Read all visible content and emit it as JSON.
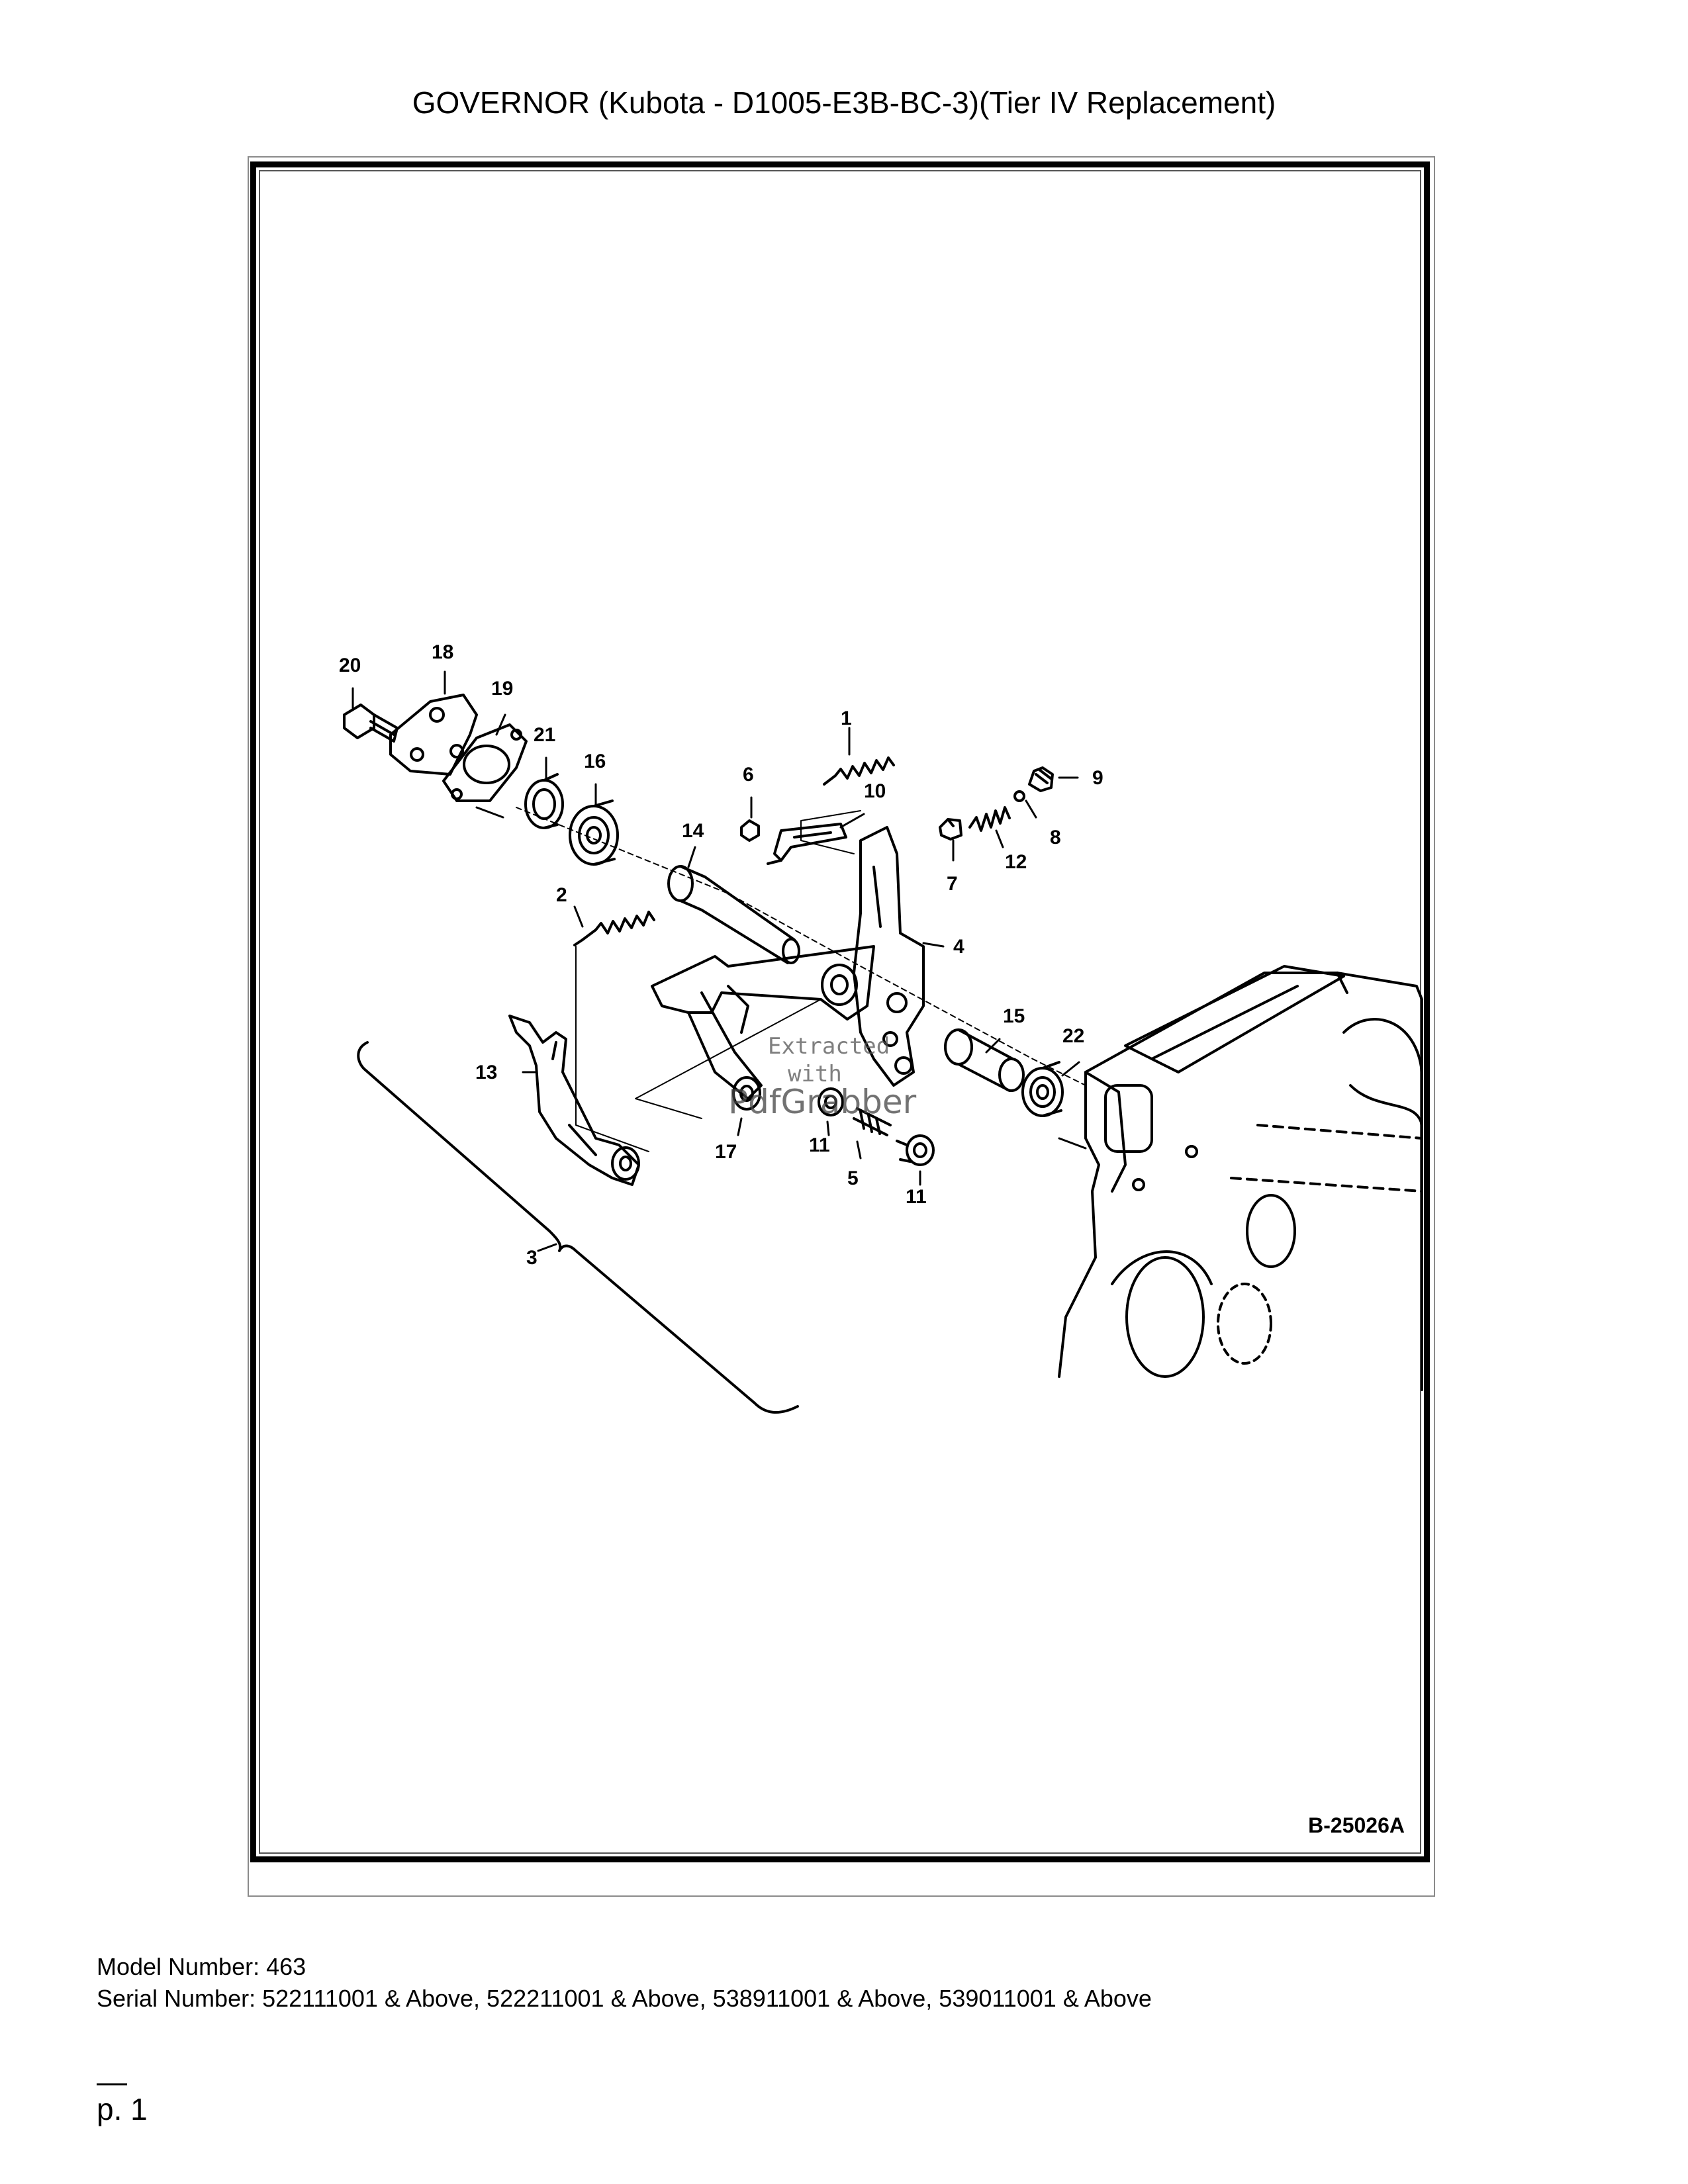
{
  "page": {
    "title": "GOVERNOR (Kubota - D1005-E3B-BC-3)(Tier IV Replacement)",
    "drawing_id": "B-25026A",
    "model_line": "Model Number: 463",
    "serial_line": "Serial Number: 522111001 & Above, 522211001 & Above, 538911001 & Above, 539011001 & Above",
    "page_number": "p. 1"
  },
  "watermark": {
    "line1": "Extracted",
    "line2": "with",
    "brand": "PdfGrabber"
  },
  "callouts": [
    "1",
    "2",
    "3",
    "4",
    "5",
    "6",
    "7",
    "8",
    "9",
    "10",
    "11",
    "11",
    "12",
    "13",
    "14",
    "15",
    "16",
    "17",
    "18",
    "19",
    "20",
    "21",
    "22"
  ]
}
